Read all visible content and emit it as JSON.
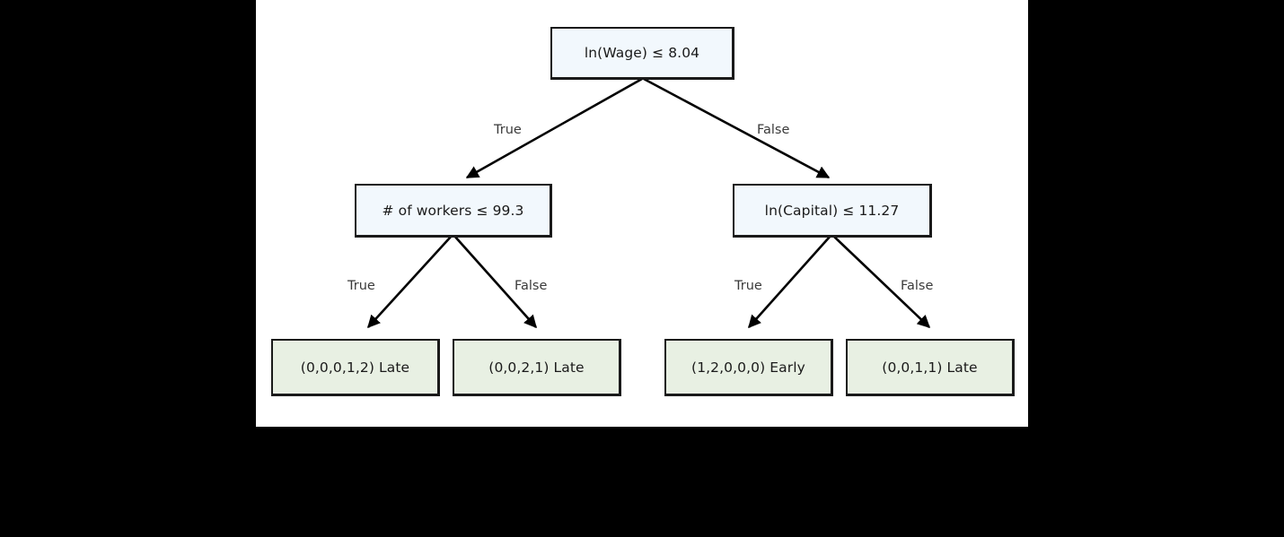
{
  "figure": {
    "type": "decision-tree-diagram",
    "background_color": "#000000",
    "canvas_color": "#ffffff",
    "decision_node_fill": "#f2f8fd",
    "leaf_node_fill": "#e8f0e3",
    "node_border_color": "#1a1a1a",
    "edge_color": "#000000"
  },
  "tree": {
    "root": {
      "id": "root",
      "label": "ln(Wage) ≤ 8.04",
      "kind": "decision"
    },
    "level2": [
      {
        "id": "node-workers",
        "label": "# of workers ≤ 99.3",
        "kind": "decision"
      },
      {
        "id": "node-capital",
        "label": "ln(Capital) ≤ 11.27",
        "kind": "decision"
      }
    ],
    "leaves": [
      {
        "id": "leaf-1",
        "counts": "(0,0,0,1,2)",
        "class_label": "Late",
        "text": "(0,0,0,1,2)  Late",
        "kind": "leaf"
      },
      {
        "id": "leaf-2",
        "counts": "(0,0,2,1)",
        "class_label": "Late",
        "text": "(0,0,2,1)  Late",
        "kind": "leaf"
      },
      {
        "id": "leaf-3",
        "counts": "(1,2,0,0,0)",
        "class_label": "Early",
        "text": "(1,2,0,0,0)  Early",
        "kind": "leaf"
      },
      {
        "id": "leaf-4",
        "counts": "(0,0,1,1)",
        "class_label": "Late",
        "text": "(0,0,1,1)  Late",
        "kind": "leaf"
      }
    ],
    "edge_labels": {
      "root_true": "True",
      "root_false": "False",
      "workers_true": "True",
      "workers_false": "False",
      "capital_true": "True",
      "capital_false": "False"
    }
  }
}
